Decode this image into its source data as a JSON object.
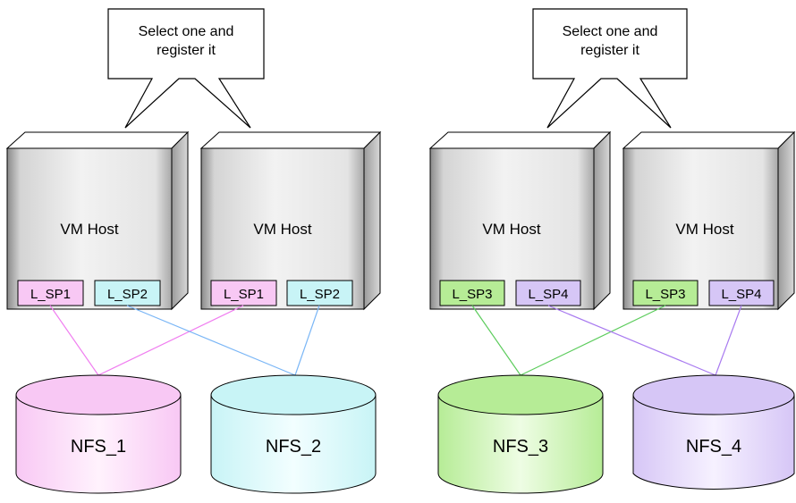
{
  "groups": [
    {
      "callout": {
        "line1": "Select one and",
        "line2": "register it"
      },
      "hosts": [
        {
          "label": "VM Host",
          "ports": [
            "L_SP1",
            "L_SP2"
          ]
        },
        {
          "label": "VM Host",
          "ports": [
            "L_SP1",
            "L_SP2"
          ]
        }
      ],
      "storages": [
        "NFS_1",
        "NFS_2"
      ]
    },
    {
      "callout": {
        "line1": "Select one and",
        "line2": "register it"
      },
      "hosts": [
        {
          "label": "VM Host",
          "ports": [
            "L_SP3",
            "L_SP4"
          ]
        },
        {
          "label": "VM Host",
          "ports": [
            "L_SP3",
            "L_SP4"
          ]
        }
      ],
      "storages": [
        "NFS_3",
        "NFS_4"
      ]
    }
  ],
  "colors": {
    "nfs_1": "#f8c8f4",
    "nfs_2": "#c8f4f6",
    "nfs_3": "#b6ec96",
    "nfs_4": "#d6c6f6",
    "line_nfs_1": "#f07ef0",
    "line_nfs_2": "#7ab6f6",
    "line_nfs_3": "#5ccc5c",
    "line_nfs_4": "#a87af0"
  }
}
